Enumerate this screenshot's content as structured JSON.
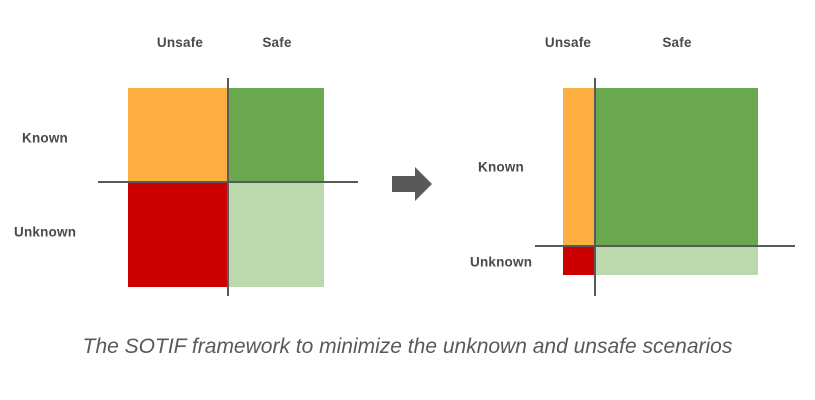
{
  "caption": "The SOTIF framework to minimize the unknown and unsafe scenarios",
  "colors": {
    "known_unsafe": "#fcae42",
    "known_safe": "#69a84f",
    "unknown_unsafe": "#cc0000",
    "unknown_safe": "#bcd9ae",
    "axis": "#595959",
    "arrow": "#595959",
    "text": "#4a4a4a",
    "background": "#ffffff"
  },
  "arrow": {
    "icon": "arrow-right-icon",
    "direction": "right"
  },
  "chart_data": [
    {
      "type": "heatmap",
      "title": "",
      "name": "before",
      "xlabel": "",
      "ylabel": "",
      "columns": [
        "Unsafe",
        "Safe"
      ],
      "rows": [
        "Known",
        "Unknown"
      ],
      "cells": [
        {
          "row": "Known",
          "column": "Unsafe",
          "label": "Known Unsafe",
          "color": "#fcae42",
          "width": 100,
          "height": 93
        },
        {
          "row": "Known",
          "column": "Safe",
          "label": "Known Safe",
          "color": "#69a84f",
          "width": 96,
          "height": 93
        },
        {
          "row": "Unknown",
          "column": "Unsafe",
          "label": "Unknown Unsafe",
          "color": "#cc0000",
          "width": 100,
          "height": 104
        },
        {
          "row": "Unknown",
          "column": "Safe",
          "label": "Unknown Safe",
          "color": "#bcd9ae",
          "width": 96,
          "height": 104
        }
      ],
      "grid": false,
      "legend": "none"
    },
    {
      "type": "heatmap",
      "title": "",
      "name": "after",
      "xlabel": "",
      "ylabel": "",
      "columns": [
        "Unsafe",
        "Safe"
      ],
      "rows": [
        "Known",
        "Unknown"
      ],
      "cells": [
        {
          "row": "Known",
          "column": "Unsafe",
          "label": "Known Unsafe",
          "color": "#fcae42",
          "width": 32,
          "height": 157
        },
        {
          "row": "Known",
          "column": "Safe",
          "label": "Known Safe",
          "color": "#69a84f",
          "width": 163,
          "height": 157
        },
        {
          "row": "Unknown",
          "column": "Unsafe",
          "label": "Unknown Unsafe",
          "color": "#cc0000",
          "width": 32,
          "height": 28
        },
        {
          "row": "Unknown",
          "column": "Safe",
          "label": "Unknown Safe",
          "color": "#bcd9ae",
          "width": 163,
          "height": 28
        }
      ],
      "grid": false,
      "legend": "none"
    }
  ],
  "charts": {
    "before": {
      "columns": {
        "unsafe": "Unsafe",
        "safe": "Safe"
      },
      "rows": {
        "known": "Known",
        "unknown": "Unknown"
      }
    },
    "after": {
      "columns": {
        "unsafe": "Unsafe",
        "safe": "Safe"
      },
      "rows": {
        "known": "Known",
        "unknown": "Unknown"
      }
    }
  }
}
